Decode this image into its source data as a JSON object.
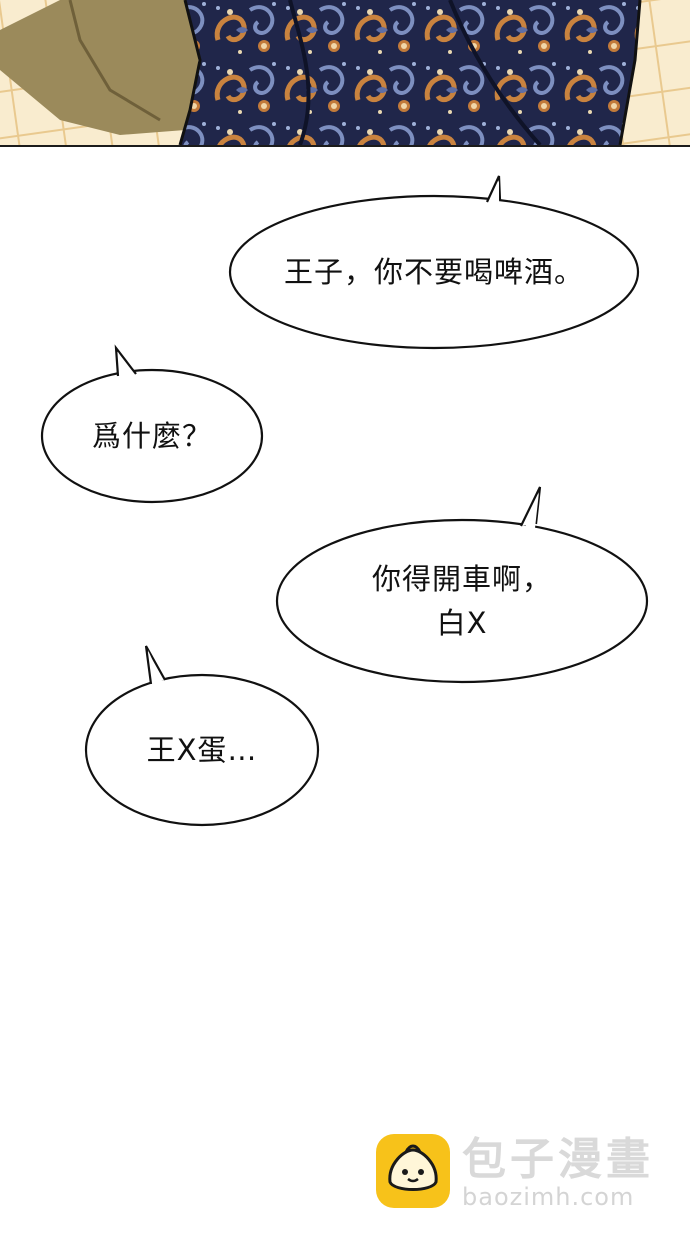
{
  "panel": {
    "tiles": "#f7e6c2",
    "shirt_base": "#232a4a",
    "shirt_accent": "#d08a44",
    "skin": "#9c8a5c"
  },
  "bubbles": [
    {
      "id": "b1",
      "text": "王子，你不要喝啤酒。"
    },
    {
      "id": "b2",
      "text": "爲什麼？"
    },
    {
      "id": "b3",
      "line1": "你得開車啊，",
      "line2": "白X"
    },
    {
      "id": "b4",
      "text": "王X蛋…"
    }
  ],
  "watermark": {
    "title": "包子漫畫",
    "url": "baozimh.com",
    "icon": "bun-logo-icon",
    "color": "#f7c21a"
  }
}
